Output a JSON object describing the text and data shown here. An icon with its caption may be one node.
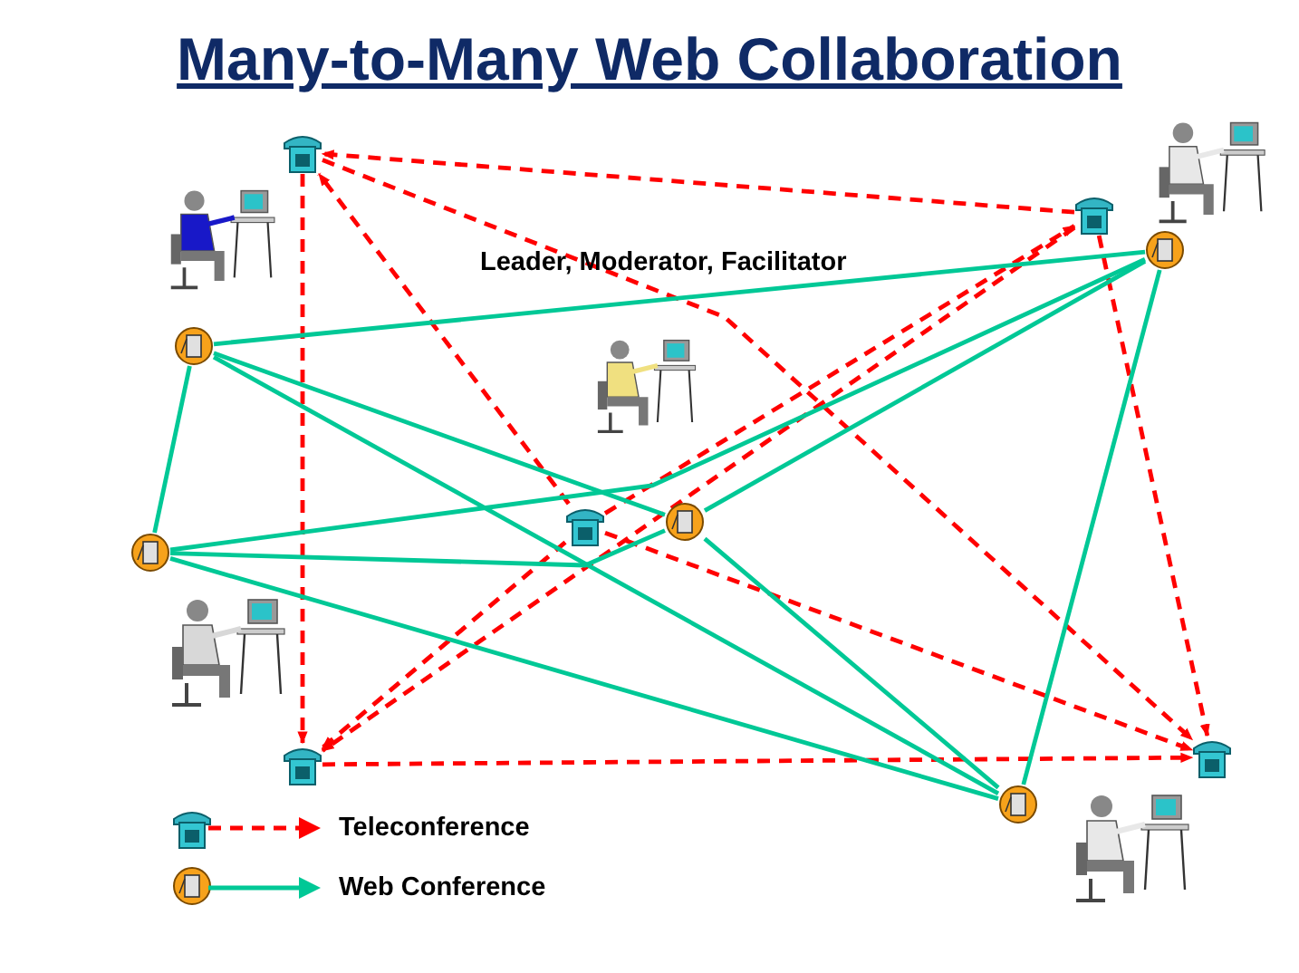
{
  "diagram": {
    "title": "Many-to-Many Web Collaboration",
    "nodes": [
      {
        "text": [],
        "shape": "phone"
      },
      {
        "text": [],
        "shape": "person"
      },
      {
        "text": [],
        "shape": "phone"
      },
      {
        "text": [],
        "shape": "person"
      },
      {
        "text": [],
        "shape": "circle"
      },
      {
        "text": [],
        "shape": "circle"
      },
      {
        "text": [],
        "shape": "person",
        "beside": [
          "Leader, Moderator, Facilitator"
        ]
      },
      {
        "text": [],
        "shape": "circle"
      },
      {
        "text": [],
        "shape": "phone"
      },
      {
        "text": [],
        "shape": "circle"
      },
      {
        "text": [],
        "shape": "person"
      },
      {
        "text": [],
        "shape": "phone"
      },
      {
        "text": [],
        "shape": "phone"
      },
      {
        "text": [],
        "shape": "circle"
      },
      {
        "text": [],
        "shape": "person"
      }
    ],
    "edges": [
      {
        "from": 2,
        "to": 0,
        "arrow": "to",
        "style": "dashed",
        "color": "#ff0000"
      },
      {
        "from": 8,
        "to": 0,
        "arrow": "to",
        "style": "dashed",
        "color": "#ff0000"
      },
      {
        "from": 0,
        "to": 12,
        "arrow": "to",
        "style": "dashed",
        "color": "#ff0000"
      },
      {
        "from": 0,
        "to": 11,
        "arrow": "to",
        "style": "dashed",
        "color": "#ff0000"
      },
      {
        "from": 8,
        "to": 2,
        "arrow": "to",
        "style": "dashed",
        "color": "#ff0000"
      },
      {
        "from": 2,
        "to": 12,
        "arrow": "to",
        "style": "dashed",
        "color": "#ff0000"
      },
      {
        "from": 2,
        "to": 11,
        "arrow": "to",
        "style": "dashed",
        "color": "#ff0000"
      },
      {
        "from": 8,
        "to": 12,
        "arrow": "to",
        "style": "dashed",
        "color": "#ff0000"
      },
      {
        "from": 8,
        "to": 11,
        "arrow": "to",
        "style": "dashed",
        "color": "#ff0000"
      },
      {
        "from": 12,
        "to": 11,
        "arrow": "to",
        "style": "dashed",
        "color": "#ff0000"
      },
      {
        "from": 5,
        "to": 4,
        "arrow": "none",
        "color": "#00c896"
      },
      {
        "from": 5,
        "to": 7,
        "arrow": "none",
        "color": "#00c896"
      },
      {
        "from": 5,
        "to": 9,
        "arrow": "none",
        "color": "#00c896"
      },
      {
        "from": 5,
        "to": 13,
        "arrow": "none",
        "color": "#00c896"
      },
      {
        "from": 9,
        "to": 4,
        "arrow": "none",
        "color": "#00c896"
      },
      {
        "from": 7,
        "to": 4,
        "arrow": "none",
        "color": "#00c896"
      },
      {
        "from": 13,
        "to": 4,
        "arrow": "none",
        "color": "#00c896"
      },
      {
        "from": 9,
        "to": 7,
        "arrow": "none",
        "color": "#00c896"
      },
      {
        "from": 7,
        "to": 13,
        "arrow": "none",
        "color": "#00c896"
      },
      {
        "from": 9,
        "to": 13,
        "arrow": "none",
        "color": "#00c896"
      }
    ],
    "legend": [
      {
        "text": "Teleconference"
      },
      {
        "text": "Web Conference"
      }
    ]
  }
}
